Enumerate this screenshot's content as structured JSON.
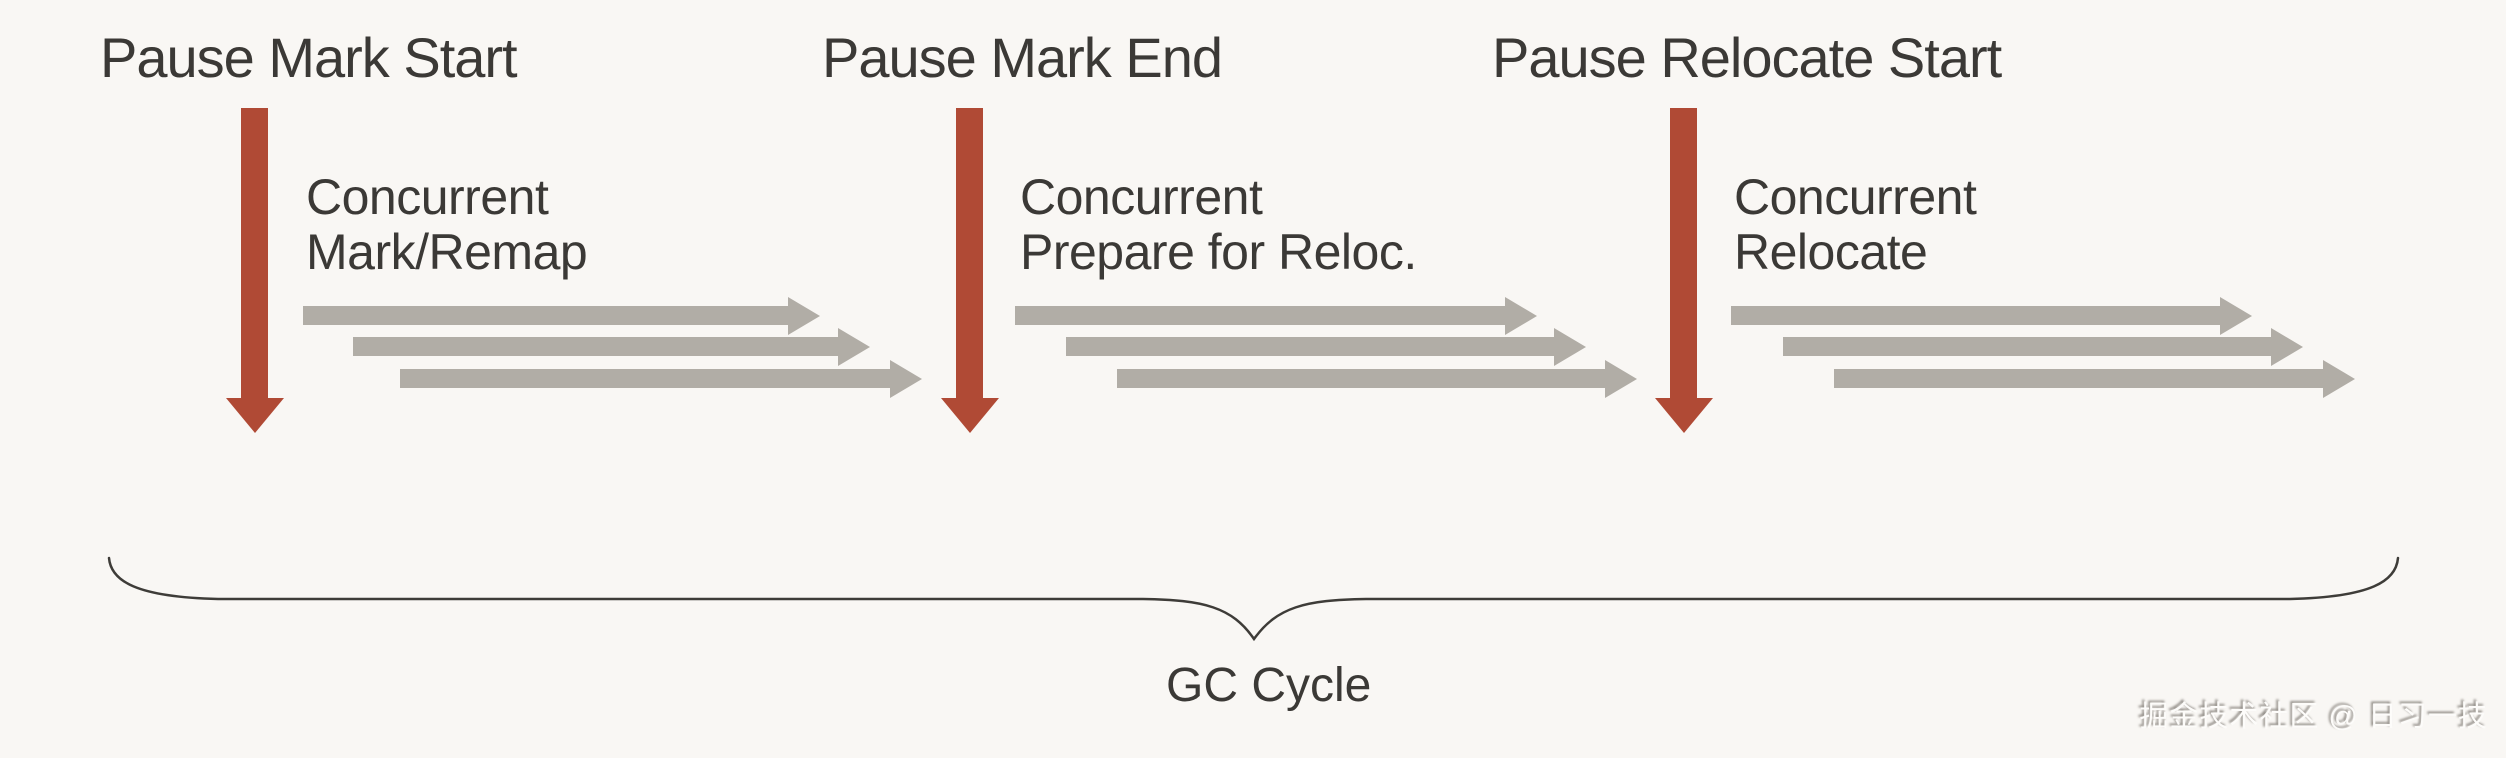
{
  "diagram": {
    "title_implicit": "ZGC phases timeline",
    "phases": [
      {
        "pause": "Pause Mark Start",
        "concurrent": [
          "Concurrent",
          "Mark/Remap"
        ]
      },
      {
        "pause": "Pause Mark End",
        "concurrent": [
          "Concurrent",
          "Prepare for Reloc."
        ]
      },
      {
        "pause": "Pause Relocate Start",
        "concurrent": [
          "Concurrent",
          "Relocate"
        ]
      }
    ],
    "cycle_label": "GC Cycle",
    "watermark": "掘金技术社区 @ 日习一技",
    "colors": {
      "background": "#f9f7f4",
      "pause_arrow": "#b04a35",
      "thread_arrow": "#b1ada6",
      "text": "#3b3936",
      "brace": "#3e3c38"
    }
  }
}
